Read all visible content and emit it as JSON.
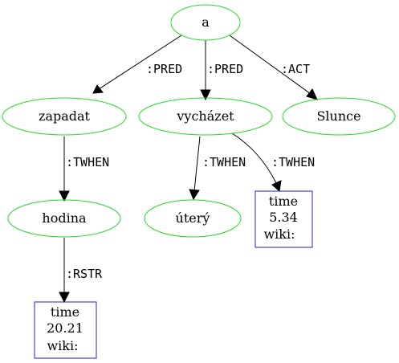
{
  "nodes": {
    "a": {
      "label": "a"
    },
    "zapadat": {
      "label": "zapadat"
    },
    "vychazet": {
      "label": "vycházet"
    },
    "slunce": {
      "label": "Slunce"
    },
    "hodina": {
      "label": "hodina"
    },
    "utery": {
      "label": "úterý"
    },
    "time534": {
      "lines": [
        "time",
        "5.34",
        "wiki:"
      ]
    },
    "time2021": {
      "lines": [
        "time",
        "20.21",
        "wiki:"
      ]
    }
  },
  "edges": {
    "a_zapadat": ":PRED",
    "a_vychazet": ":PRED",
    "a_slunce": ":ACT",
    "zapadat_hodina": ":TWHEN",
    "vychazet_utery": ":TWHEN",
    "vychazet_time534": ":TWHEN",
    "hodina_time2021": ":RSTR"
  },
  "colors": {
    "concept_node_stroke": "#22dd22",
    "literal_node_stroke": "#2222cc",
    "edge": "#000000"
  }
}
